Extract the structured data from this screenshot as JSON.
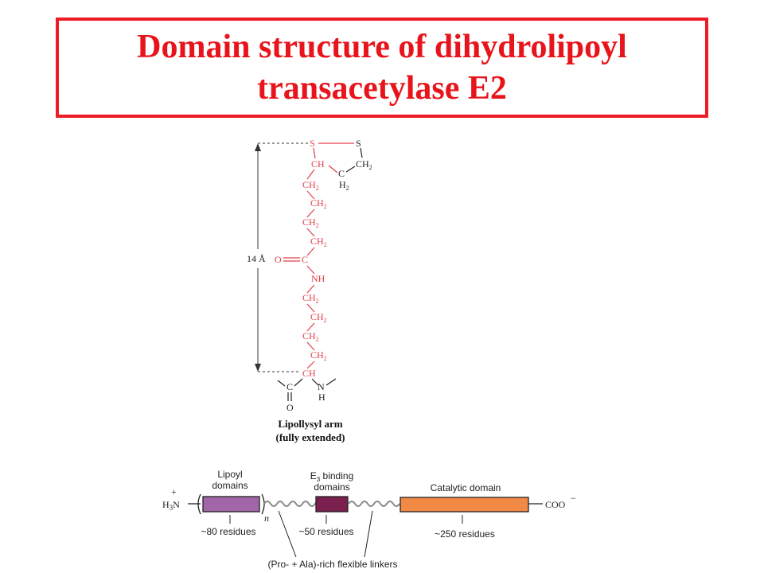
{
  "title": {
    "line1": "Domain structure of dihydrolipoyl",
    "line2": "transacetylase E2"
  },
  "colors": {
    "title_red": "#e8141b",
    "lipoyl_chain_red": "#e0404a",
    "lipoyl_domain": "#a066a8",
    "e3_domain": "#7a1f4e",
    "catalytic_domain": "#f28a46"
  },
  "molecule": {
    "length_label": "14 Å",
    "caption_line1": "Lipollysyl arm",
    "caption_line2": "(fully extended)"
  },
  "domain_map": {
    "n_terminus": "H3N",
    "n_terminus_charge": "+",
    "c_terminus": "COO",
    "c_terminus_charge": "−",
    "repeat_label": "n",
    "lipoyl_label_1": "Lipoyl",
    "lipoyl_label_2": "domains",
    "lipoyl_residues": "~80 residues",
    "e3_label_1": "E3 binding",
    "e3_label_2": "domains",
    "e3_residues": "~50 residues",
    "catalytic_label": "Catalytic domain",
    "catalytic_residues": "~250 residues",
    "linker_label": "(Pro- + Ala)-rich flexible linkers"
  }
}
